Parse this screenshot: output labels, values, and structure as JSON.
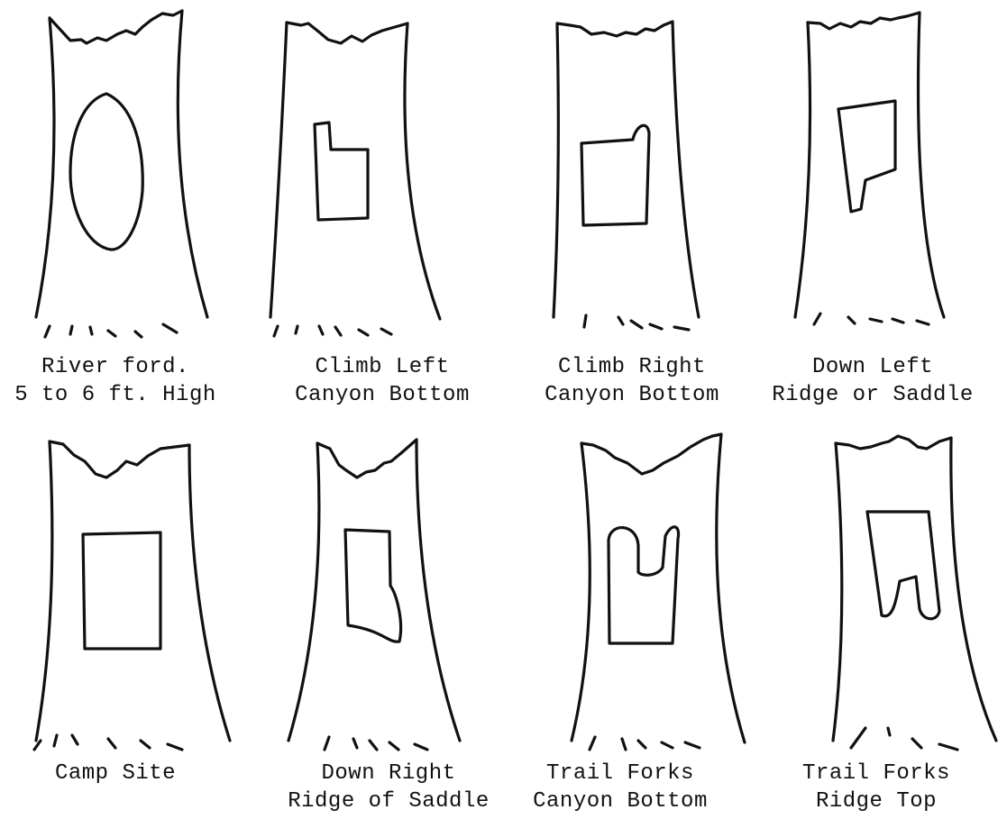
{
  "colors": {
    "ink": "#111111",
    "paper": "#ffffff"
  },
  "blazes": [
    {
      "id": "river-ford",
      "mark": "oval",
      "caption": [
        "River ford.",
        "5 to 6 ft. High"
      ]
    },
    {
      "id": "climb-left",
      "mark": "notch-top-right",
      "caption": [
        "Climb Left",
        "Canyon Bottom"
      ]
    },
    {
      "id": "climb-right",
      "mark": "tab-top-right",
      "caption": [
        "Climb Right",
        "Canyon Bottom"
      ]
    },
    {
      "id": "down-left",
      "mark": "tail-bottom-left",
      "caption": [
        "Down Left",
        "Ridge or Saddle"
      ]
    },
    {
      "id": "camp-site",
      "mark": "rectangle",
      "caption": [
        "Camp Site"
      ]
    },
    {
      "id": "down-right",
      "mark": "tail-bottom-right",
      "caption": [
        "Down Right",
        "Ridge of Saddle"
      ]
    },
    {
      "id": "trail-forks-canyon",
      "mark": "fork-up",
      "caption": [
        "Trail Forks",
        "Canyon Bottom"
      ]
    },
    {
      "id": "trail-forks-ridge",
      "mark": "fork-down",
      "caption": [
        "Trail Forks",
        "Ridge Top"
      ]
    }
  ]
}
